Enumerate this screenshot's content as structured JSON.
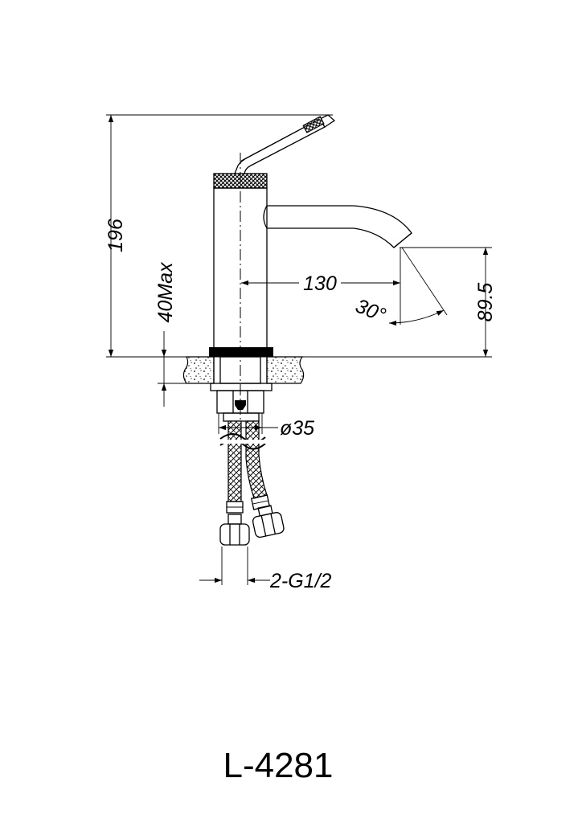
{
  "dimensions": {
    "total_height": "196",
    "deck_thickness": "40Max",
    "spout_reach": "130",
    "spout_height": "89.5",
    "spout_angle": "30°",
    "hole_diameter": "ø35",
    "hose_connection": "2-G1/2"
  },
  "model": {
    "code": "L-4281"
  }
}
